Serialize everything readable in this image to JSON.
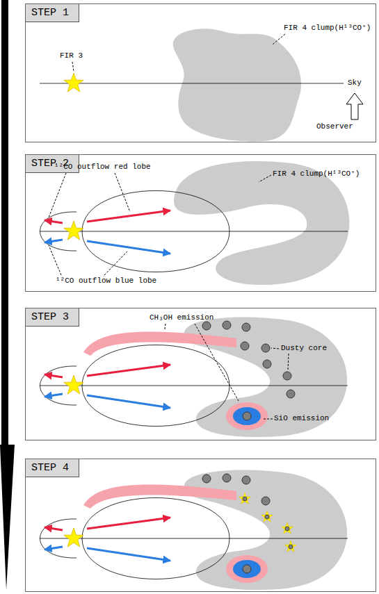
{
  "diagram": {
    "nodes": [
      {
        "text": [
          "STEP 1"
        ]
      },
      {
        "text": [
          "STEP 2"
        ]
      },
      {
        "text": [
          "STEP 3"
        ]
      },
      {
        "text": [
          "STEP 4"
        ]
      }
    ],
    "labels": [
      "FIR 3",
      "FIR 4 clump(H¹³CO⁺)",
      "Sky",
      "Observer",
      "¹²CO outflow red lobe",
      "FIR 4 clump(H¹³CO⁺)",
      "¹²CO outflow blue lobe",
      "CH₃OH emission",
      "Dusty core",
      "SiO emission"
    ]
  }
}
